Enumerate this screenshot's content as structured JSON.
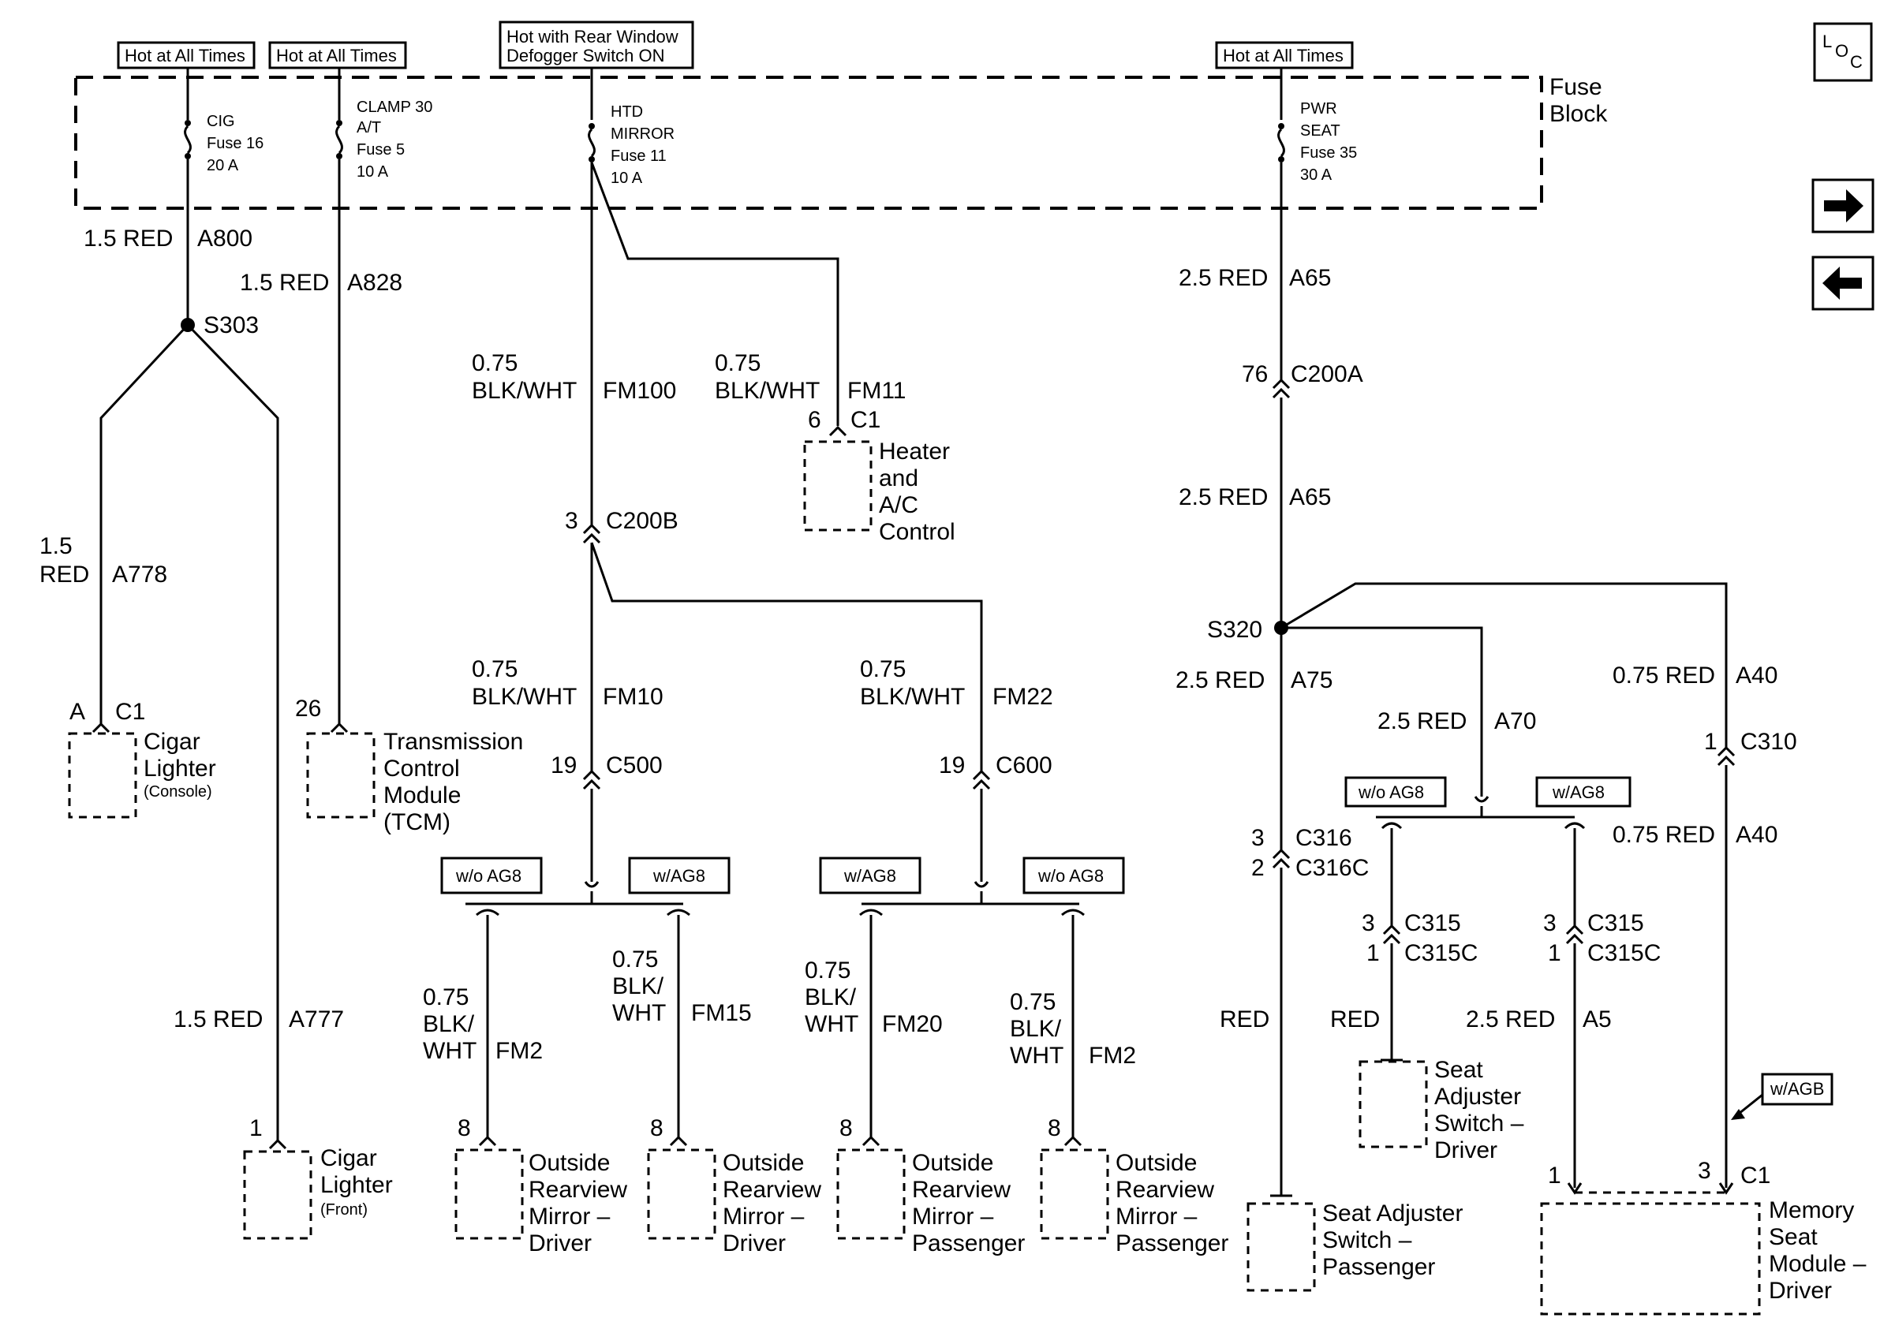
{
  "power_labels": {
    "cig": "Hot at All Times",
    "clamp": "Hot at All Times",
    "defog_1": "Hot with Rear Window",
    "defog_2": "Defogger Switch ON",
    "seat": "Hot at All Times"
  },
  "fuse_block": {
    "line1": "Fuse",
    "line2": "Block"
  },
  "fuses": {
    "cig": {
      "l1": "CIG",
      "l2": "Fuse 16",
      "l3": "20 A"
    },
    "clamp": {
      "l1": "CLAMP 30",
      "l2": "A/T",
      "l3": "Fuse 5",
      "l4": "10 A"
    },
    "htd": {
      "l1": "HTD",
      "l2": "MIRROR",
      "l3": "Fuse 11",
      "l4": "10 A"
    },
    "pwr": {
      "l1": "PWR",
      "l2": "SEAT",
      "l3": "Fuse 35",
      "l4": "30 A"
    }
  },
  "wires": {
    "a800": {
      "gauge": "1.5 RED",
      "circuit": "A800"
    },
    "a828": {
      "gauge": "1.5 RED",
      "circuit": "A828"
    },
    "a778": {
      "gauge1": "1.5",
      "gauge2": "RED",
      "circuit": "A778"
    },
    "a777": {
      "gauge": "1.5 RED",
      "circuit": "A777"
    },
    "fm100": {
      "gauge1": "0.75",
      "gauge2": "BLK/WHT",
      "circuit": "FM100"
    },
    "fm11": {
      "gauge1": "0.75",
      "gauge2": "BLK/WHT",
      "circuit": "FM11"
    },
    "fm10": {
      "gauge1": "0.75",
      "gauge2": "BLK/WHT",
      "circuit": "FM10"
    },
    "fm22": {
      "gauge1": "0.75",
      "gauge2": "BLK/WHT",
      "circuit": "FM22"
    },
    "fm2_left": {
      "g1": "0.75",
      "g2": "BLK/",
      "g3": "WHT",
      "circuit": "FM2"
    },
    "fm15": {
      "g1": "0.75",
      "g2": "BLK/",
      "g3": "WHT",
      "circuit": "FM15"
    },
    "fm20": {
      "g1": "0.75",
      "g2": "BLK/",
      "g3": "WHT",
      "circuit": "FM20"
    },
    "fm2_right": {
      "g1": "0.75",
      "g2": "BLK/",
      "g3": "WHT",
      "circuit": "FM2"
    },
    "a65_top": {
      "gauge": "2.5 RED",
      "circuit": "A65"
    },
    "a65_mid": {
      "gauge": "2.5 RED",
      "circuit": "A65"
    },
    "a75": {
      "gauge": "2.5 RED",
      "circuit": "A75"
    },
    "a70": {
      "gauge": "2.5 RED",
      "circuit": "A70"
    },
    "a40_top": {
      "gauge": "0.75 RED",
      "circuit": "A40"
    },
    "a40_bot": {
      "gauge": "0.75 RED",
      "circuit": "A40"
    },
    "red_left": {
      "gauge": "RED"
    },
    "red_mid": {
      "gauge": "RED"
    },
    "a5": {
      "gauge": "2.5 RED",
      "circuit": "A5"
    }
  },
  "splices": {
    "s303": "S303",
    "s320": "S320"
  },
  "connectors": {
    "c200a": {
      "pin": "76",
      "name": "C200A"
    },
    "c200b": {
      "pin": "3",
      "name": "C200B"
    },
    "c500": {
      "pin": "19",
      "name": "C500"
    },
    "c600": {
      "pin": "19",
      "name": "C600"
    },
    "hvac": {
      "pin": "6",
      "name": "C1"
    },
    "cig_console": {
      "pin": "A",
      "name": "C1"
    },
    "tcm": {
      "pin": "26"
    },
    "cig_front": {
      "pin": "1"
    },
    "mirror_1": {
      "pin": "8"
    },
    "mirror_2": {
      "pin": "8"
    },
    "mirror_3": {
      "pin": "8"
    },
    "mirror_4": {
      "pin": "8"
    },
    "c316": {
      "pin": "3",
      "name": "C316",
      "pin2": "2",
      "name2": "C316C"
    },
    "c315_l": {
      "pin": "3",
      "name": "C315",
      "pin2": "1",
      "name2": "C315C"
    },
    "c315_r": {
      "pin": "3",
      "name": "C315",
      "pin2": "1",
      "name2": "C315C"
    },
    "c310": {
      "pin": "1",
      "name": "C310"
    },
    "memory_c1": {
      "pin_left": "1",
      "pin_right": "3",
      "name": "C1"
    }
  },
  "options": {
    "wo_ag8": "w/o AG8",
    "w_ag8": "w/AG8",
    "w_agb": "w/AGB"
  },
  "components": {
    "hvac": [
      "Heater",
      "and",
      "A/C",
      "Control"
    ],
    "cig_console": [
      "Cigar",
      "Lighter",
      "(Console)"
    ],
    "tcm": [
      "Transmission",
      "Control",
      "Module",
      "(TCM)"
    ],
    "cig_front": [
      "Cigar",
      "Lighter",
      "(Front)"
    ],
    "mirror_driver_1": [
      "Outside",
      "Rearview",
      "Mirror –",
      "Driver"
    ],
    "mirror_driver_2": [
      "Outside",
      "Rearview",
      "Mirror –",
      "Driver"
    ],
    "mirror_pass_1": [
      "Outside",
      "Rearview",
      "Mirror –",
      "Passenger"
    ],
    "mirror_pass_2": [
      "Outside",
      "Rearview",
      "Mirror –",
      "Passenger"
    ],
    "seat_pass": [
      "Seat Adjuster",
      "Switch –",
      "Passenger"
    ],
    "seat_driver": [
      "Seat",
      "Adjuster",
      "Switch –",
      "Driver"
    ],
    "memory": [
      "Memory",
      "Seat",
      "Module –",
      "Driver"
    ]
  },
  "nav": {
    "loc_icon": "LOC",
    "next_icon": "arrow-right",
    "prev_icon": "arrow-left"
  }
}
